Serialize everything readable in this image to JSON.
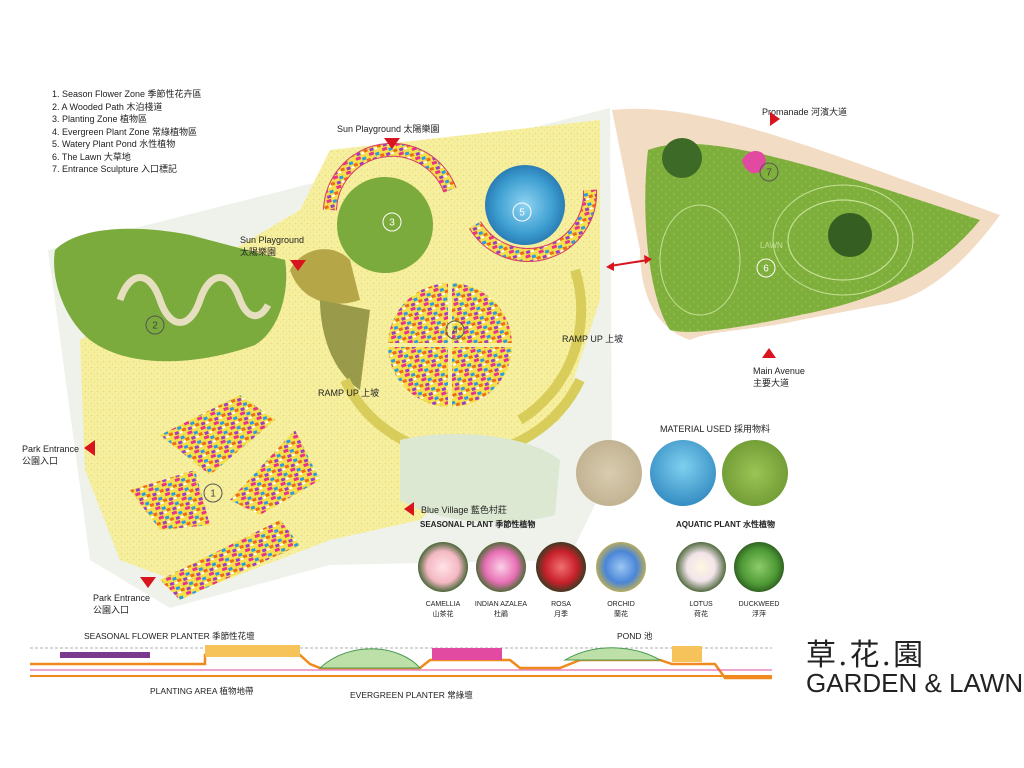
{
  "legend": [
    "1. Season Flower Zone 季節性花卉區",
    "2. A Wooded Path 木泊棧道",
    "3. Planting Zone 植物區",
    "4. Evergreen Plant Zone 常綠植物區",
    "5. Watery Plant Pond 水性植物",
    "6. The Lawn 大草地",
    "7. Entrance Sculpture 入口標記"
  ],
  "labels": {
    "sun_playground_top": "Sun Playground 太陽樂園",
    "sun_playground_left_en": "Sun Playground",
    "sun_playground_left_cn": "太陽樂園",
    "ramp_up_right": "RAMP UP 上坡",
    "ramp_up_left": "RAMP UP 上坡",
    "park_entrance_1_en": "Park Entrance",
    "park_entrance_1_cn": "公園入口",
    "park_entrance_2_en": "Park Entrance",
    "park_entrance_2_cn": "公園入口",
    "blue_village": "Blue Village 藍色村莊",
    "promanade": "Promanade 河濱大道",
    "main_avenue_en": "Main Avenue",
    "main_avenue_cn": "主要大道",
    "lawn_text": "LAWN"
  },
  "zone_numbers": [
    "1",
    "2",
    "3",
    "4",
    "5",
    "6",
    "7"
  ],
  "materials": {
    "title": "MATERIAL USED 採用物料",
    "colors": [
      "#cdbf9f",
      "#3aa3cf",
      "#7ea23a"
    ]
  },
  "seasonal_plants": {
    "title": "SEASONAL PLANT  季節性植物",
    "items": [
      {
        "en": "CAMELLIA",
        "cn": "山茶花",
        "color": "#f4b8c2"
      },
      {
        "en": "INDIAN AZALEA",
        "cn": "杜鵑",
        "color": "#e86fb4"
      },
      {
        "en": "ROSA",
        "cn": "月季",
        "color": "#c8202b"
      },
      {
        "en": "ORCHID",
        "cn": "蘭花",
        "color": "#4a86d8"
      }
    ]
  },
  "aquatic_plants": {
    "title": "AQUATIC PLANT  水性植物",
    "items": [
      {
        "en": "LOTUS",
        "cn": "荷花",
        "color": "#f2e4ea"
      },
      {
        "en": "DUCKWEED",
        "cn": "浮萍",
        "color": "#4e9a36"
      }
    ]
  },
  "section": {
    "seasonal_flower_planter": "SEASONAL FLOWER PLANTER 季節性花壇",
    "pond": "POND 池",
    "planting_area": "PLANTING AREA 植物地帶",
    "evergreen_planter": "EVERGREEN PLANTER 常綠壇"
  },
  "title_cn": "草.花.園",
  "title_en": "GARDEN & LAWN",
  "colors": {
    "marker_red": "#d8141e",
    "sand": "#f6ef9e",
    "lawn": "#7eaf3c",
    "section_orange": "#f08a1c",
    "section_purple": "#7a3b8f"
  }
}
